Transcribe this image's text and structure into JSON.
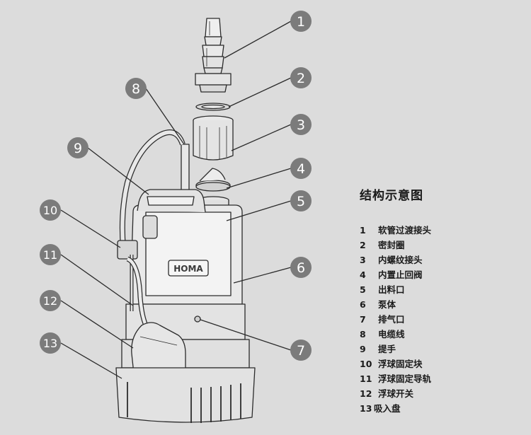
{
  "legend_title": "结构示意图",
  "legend": [
    {
      "num": "1",
      "label": "软管过渡接头"
    },
    {
      "num": "2",
      "label": "密封圈"
    },
    {
      "num": "3",
      "label": "内螺纹接头"
    },
    {
      "num": "4",
      "label": "内置止回阀"
    },
    {
      "num": "5",
      "label": "出料口"
    },
    {
      "num": "6",
      "label": "泵体"
    },
    {
      "num": "7",
      "label": "排气口"
    },
    {
      "num": "8",
      "label": "电缆线"
    },
    {
      "num": "9",
      "label": "提手"
    },
    {
      "num": "10",
      "label": "浮球固定块"
    },
    {
      "num": "11",
      "label": "浮球固定导轨"
    },
    {
      "num": "12",
      "label": "浮球开关"
    },
    {
      "num": "13",
      "label": "吸入盘"
    }
  ],
  "brand_logo": "HOMA",
  "colors": {
    "background": "#dcdcdc",
    "badge": "#7b7b7b",
    "line": "#2b2b2b",
    "text": "#1a1a1a"
  }
}
